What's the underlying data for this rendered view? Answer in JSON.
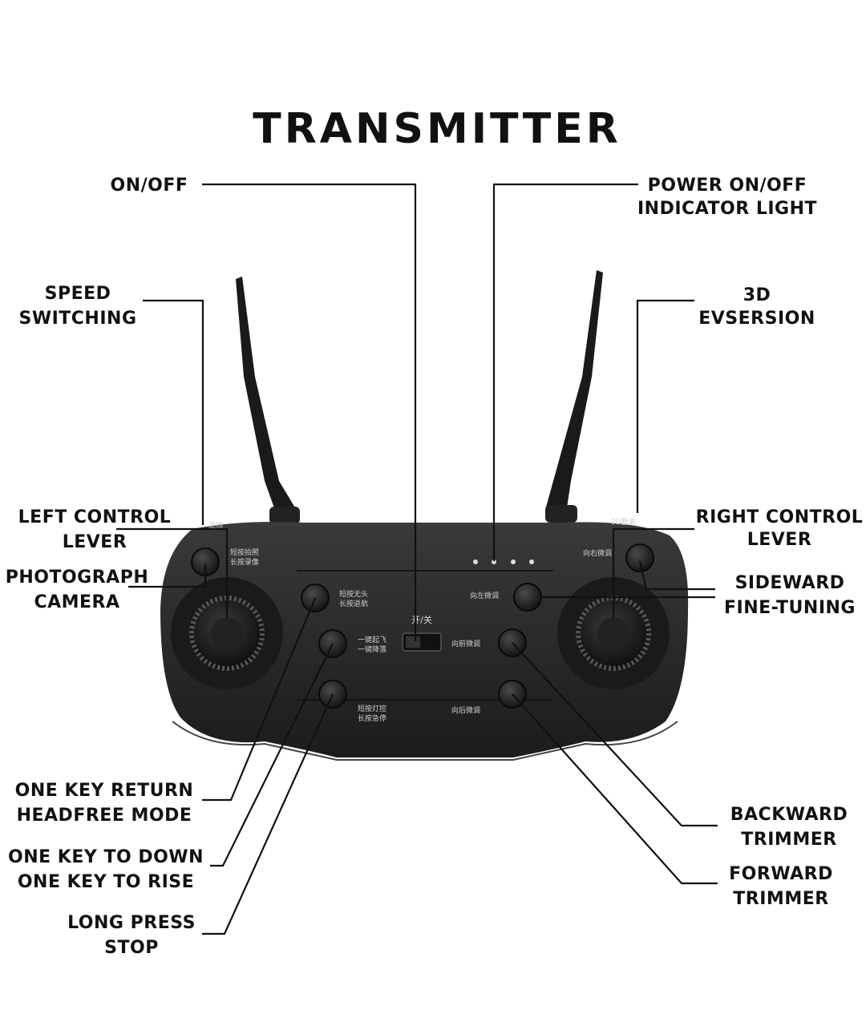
{
  "title": "TRANSMITTER",
  "labels": {
    "on_off": "ON/OFF",
    "power_indicator": [
      "POWER ON/OFF",
      "INDICATOR LIGHT"
    ],
    "speed_switching": [
      "SPEED",
      "SWITCHING"
    ],
    "ev_3d": [
      "3D",
      "EVSERSION"
    ],
    "left_lever": [
      "LEFT CONTROL",
      "LEVER"
    ],
    "right_lever": [
      "RIGHT CONTROL",
      "LEVER"
    ],
    "photograph": [
      "PHOTOGRAPH",
      "CAMERA"
    ],
    "sideward": [
      "SIDEWARD",
      "FINE-TUNING"
    ],
    "one_key_return": [
      "ONE KEY RETURN",
      "HEADFREE MODE"
    ],
    "one_key_down": [
      "ONE KEY TO DOWN",
      "ONE KEY TO RISE"
    ],
    "long_press": [
      "LONG PRESS",
      "STOP"
    ],
    "backward": [
      "BACKWARD",
      "TRIMMER"
    ],
    "forward": [
      "FORWARD",
      "TRIMMER"
    ]
  },
  "device_text": {
    "switch": "开/关",
    "photo_btn": [
      "短按拍照",
      "长按录像"
    ],
    "headfree_btn": [
      "短按无头",
      "长按返航"
    ],
    "rise_btn": [
      "一键起飞",
      "一键降落"
    ],
    "light_btn": [
      "短按灯控",
      "长按急停"
    ],
    "right_trim": "向右微调",
    "left_trim": "向左微调",
    "forward_trim": "向前微调",
    "backward_trim": "向后微调",
    "speed_tag": "速档",
    "tag_3d": "3D翻滚"
  }
}
